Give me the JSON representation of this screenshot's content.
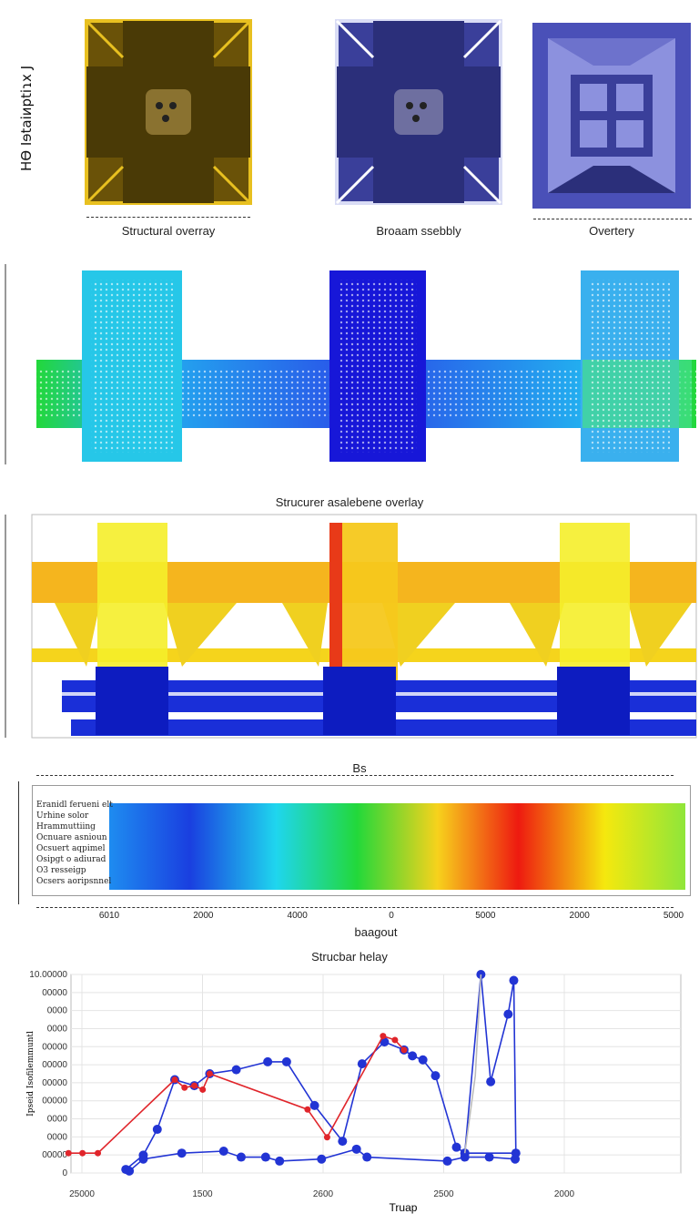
{
  "side_label": "Hϴ Iɘtaiиptiɿx J",
  "thumbnails": [
    {
      "caption": "Structural overray",
      "color": "#6a5208",
      "accent": "#e8c020"
    },
    {
      "caption": "Broaam ssebbly",
      "color": "#3a3f9a",
      "accent": "#d9dcf5"
    },
    {
      "caption": "Overtery",
      "color": "#4a50b8",
      "accent": "#8c91de"
    }
  ],
  "overlay_title": "Strucurer asalebene overlay",
  "colorbar": {
    "top_label": "Bs",
    "xlabel": "baagout",
    "ticks": [
      "6010",
      "2000",
      "4000",
      "0",
      "5000",
      "2000",
      "5000"
    ],
    "legend": [
      "Eranidl ferueni elt",
      "Urhine solor",
      "Hrammuttiing",
      "Ocnuare asnioun",
      "Ocsuert aqpimel",
      "Osipgt o adiurad",
      "O3 resseigp",
      "Ocsers aoripsnnel"
    ],
    "stops": [
      "#1e8cf0",
      "#1a3fe0",
      "#1fd6ee",
      "#22d83a",
      "#f7d21c",
      "#ee1a10",
      "#f5e80e",
      "#8fe63a"
    ]
  },
  "chart_data": {
    "type": "line",
    "title": "Strucbar helay",
    "xlabel": "Truap",
    "ylabel": "Ipseid Isofilemmuntl",
    "y_ticks": [
      "10.00000",
      "00000",
      "0000",
      "0000",
      "00000",
      "00000",
      "00000",
      "00000",
      "0000",
      "0000",
      "00000",
      "0"
    ],
    "x_ticks": [
      "25000",
      "1500",
      "2600",
      "2500",
      "2000"
    ],
    "series": [
      {
        "color": "#2234d4",
        "values": [
          [
            0.18,
            0.18
          ],
          [
            0.205,
            0.9
          ],
          [
            0.225,
            2.2
          ],
          [
            0.25,
            4.7
          ],
          [
            0.278,
            4.4
          ],
          [
            0.3,
            5.0
          ],
          [
            0.338,
            5.2
          ],
          [
            0.383,
            5.6
          ],
          [
            0.41,
            5.6
          ],
          [
            0.45,
            3.4
          ],
          [
            0.49,
            1.6
          ],
          [
            0.518,
            5.5
          ],
          [
            0.55,
            6.6
          ],
          [
            0.578,
            6.2
          ],
          [
            0.59,
            5.9
          ],
          [
            0.605,
            5.7
          ],
          [
            0.623,
            4.9
          ],
          [
            0.653,
            1.3
          ],
          [
            0.665,
            1.0
          ],
          [
            0.688,
            10.0
          ],
          [
            0.702,
            4.6
          ],
          [
            0.727,
            8.0
          ],
          [
            0.735,
            9.7
          ],
          [
            0.738,
            1.0
          ],
          [
            0.665,
            1.0
          ]
        ]
      },
      {
        "color": "#2234d4",
        "values": [
          [
            0.185,
            0.1
          ],
          [
            0.205,
            0.7
          ],
          [
            0.26,
            1.0
          ],
          [
            0.32,
            1.1
          ],
          [
            0.345,
            0.8
          ],
          [
            0.38,
            0.8
          ],
          [
            0.4,
            0.6
          ],
          [
            0.46,
            0.7
          ],
          [
            0.51,
            1.2
          ],
          [
            0.525,
            0.8
          ],
          [
            0.64,
            0.6
          ],
          [
            0.665,
            0.8
          ],
          [
            0.7,
            0.8
          ],
          [
            0.737,
            0.7
          ]
        ]
      },
      {
        "color": "#e0252b",
        "values": [
          [
            0.098,
            1.0
          ],
          [
            0.118,
            1.0
          ],
          [
            0.14,
            1.0
          ],
          [
            0.25,
            4.7
          ],
          [
            0.264,
            4.3
          ],
          [
            0.278,
            4.4
          ],
          [
            0.29,
            4.2
          ],
          [
            0.3,
            5.0
          ],
          [
            0.44,
            3.2
          ],
          [
            0.468,
            1.8
          ],
          [
            0.548,
            6.9
          ],
          [
            0.565,
            6.7
          ],
          [
            0.578,
            6.2
          ]
        ]
      },
      {
        "color": "#bbbbbb",
        "values": [
          [
            0.665,
            1.0
          ],
          [
            0.68,
            4.9
          ],
          [
            0.688,
            10.0
          ]
        ]
      }
    ]
  }
}
